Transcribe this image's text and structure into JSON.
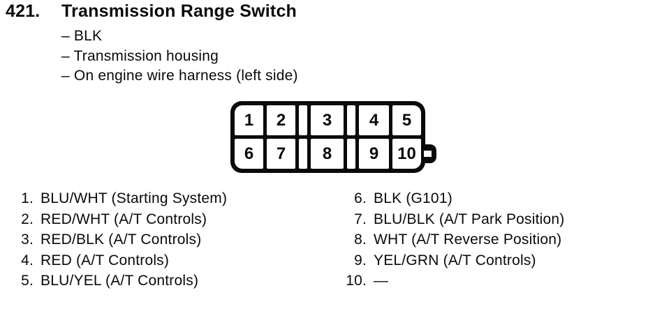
{
  "header": {
    "number": "421.",
    "title": "Transmission Range Switch",
    "attributes": [
      "– BLK",
      "– Transmission housing",
      "– On engine wire harness (left side)"
    ]
  },
  "connector": {
    "top_row": [
      "1",
      "2",
      "3",
      "4",
      "5"
    ],
    "bottom_row": [
      "6",
      "7",
      "8",
      "9",
      "10"
    ]
  },
  "pins": {
    "left": [
      {
        "num": "1.",
        "label": "BLU/WHT (Starting System)"
      },
      {
        "num": "2.",
        "label": "RED/WHT (A/T Controls)"
      },
      {
        "num": "3.",
        "label": "RED/BLK (A/T Controls)"
      },
      {
        "num": "4.",
        "label": "RED (A/T Controls)"
      },
      {
        "num": "5.",
        "label": "BLU/YEL (A/T Controls)"
      }
    ],
    "right": [
      {
        "num": "6.",
        "label": "BLK (G101)"
      },
      {
        "num": "7.",
        "label": "BLU/BLK (A/T Park Position)"
      },
      {
        "num": "8.",
        "label": "WHT (A/T Reverse Position)"
      },
      {
        "num": "9.",
        "label": "YEL/GRN (A/T Controls)"
      },
      {
        "num": "10.",
        "label": "—"
      }
    ]
  },
  "colors": {
    "ink": "#0a0a0a",
    "paper": "#ffffff"
  }
}
